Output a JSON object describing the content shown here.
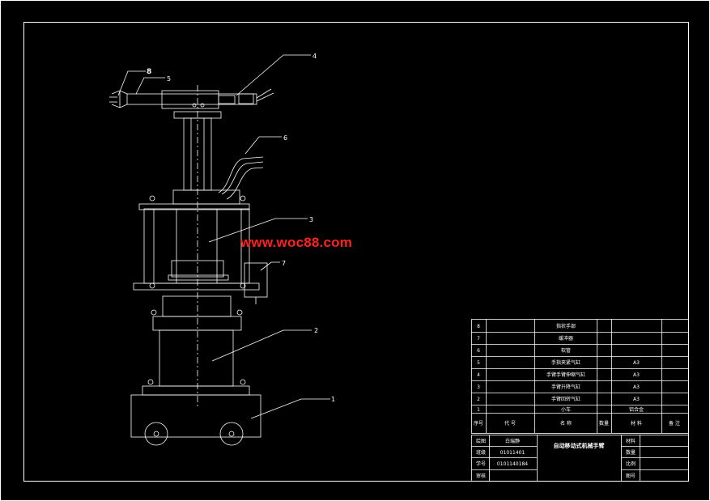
{
  "watermark": "www.woc88.com",
  "callouts": [
    "1",
    "2",
    "3",
    "4",
    "5",
    "6",
    "7",
    "8"
  ],
  "parts_list": [
    {
      "no": "8",
      "name": "指状手部",
      "material": ""
    },
    {
      "no": "7",
      "name": "缓冲器",
      "material": ""
    },
    {
      "no": "6",
      "name": "软管",
      "material": ""
    },
    {
      "no": "5",
      "name": "手指夹紧气缸",
      "material": "A3"
    },
    {
      "no": "4",
      "name": "手臂手臂伸缩气缸",
      "material": "A3"
    },
    {
      "no": "3",
      "name": "手臂升降气缸",
      "material": "A3"
    },
    {
      "no": "2",
      "name": "手臂回转气缸",
      "material": "A3"
    },
    {
      "no": "1",
      "name": "小车",
      "material": "铝合金"
    }
  ],
  "header_row": {
    "no": "序号",
    "code": "代 号",
    "name": "名 称",
    "qty": "数量",
    "material": "材 料",
    "remark": "备 注"
  },
  "title_block": {
    "r1_label": "绘图",
    "r1_value": "白瑞静",
    "r2_label": "班级",
    "r2_value": "01011401",
    "r3_label": "学号",
    "r3_value": "0101140184",
    "r4_label": "审核",
    "title": "自动移动式机械手臂",
    "right_labels": [
      "材料",
      "数量",
      "比例",
      "图号"
    ]
  }
}
